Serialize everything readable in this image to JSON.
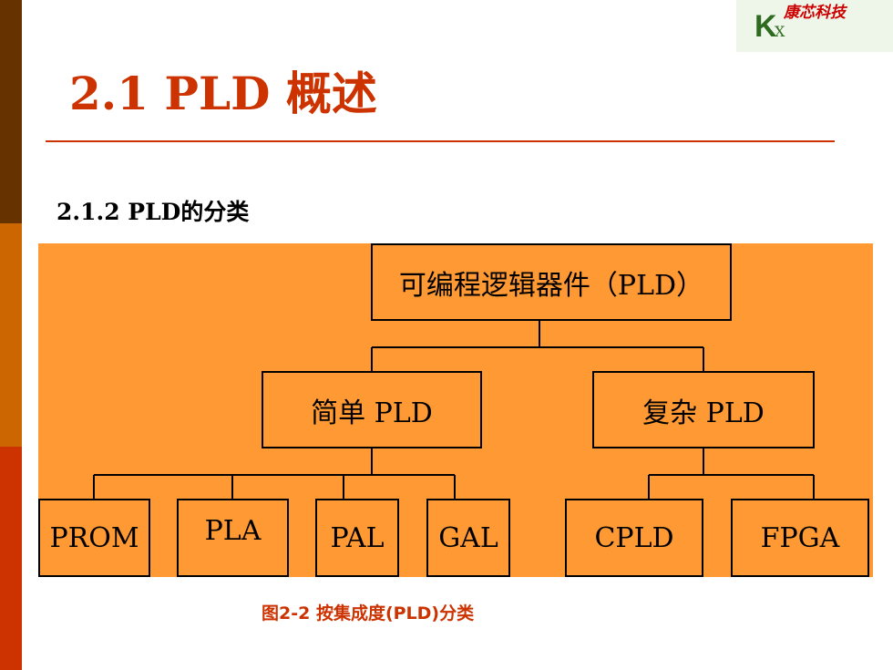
{
  "logo": {
    "mark": "K",
    "sub": "X",
    "text": "康芯科技"
  },
  "slide": {
    "title": "2.1 PLD 概述",
    "subtitle": "2.1.2 PLD的分类",
    "caption": "图2-2 按集成度(PLD)分类"
  },
  "diagram": {
    "root": "可编程逻辑器件（PLD）",
    "simple": "简单 PLD",
    "complex": "复杂 PLD",
    "simple_children": [
      "PROM",
      "PLA",
      "PAL",
      "GAL"
    ],
    "complex_children": [
      "CPLD",
      "FPGA"
    ]
  },
  "colors": {
    "title": "#cc3300",
    "diagram_bg": "#ff9933",
    "logo_green": "#2d6b1f",
    "logo_red": "#cc0000"
  }
}
